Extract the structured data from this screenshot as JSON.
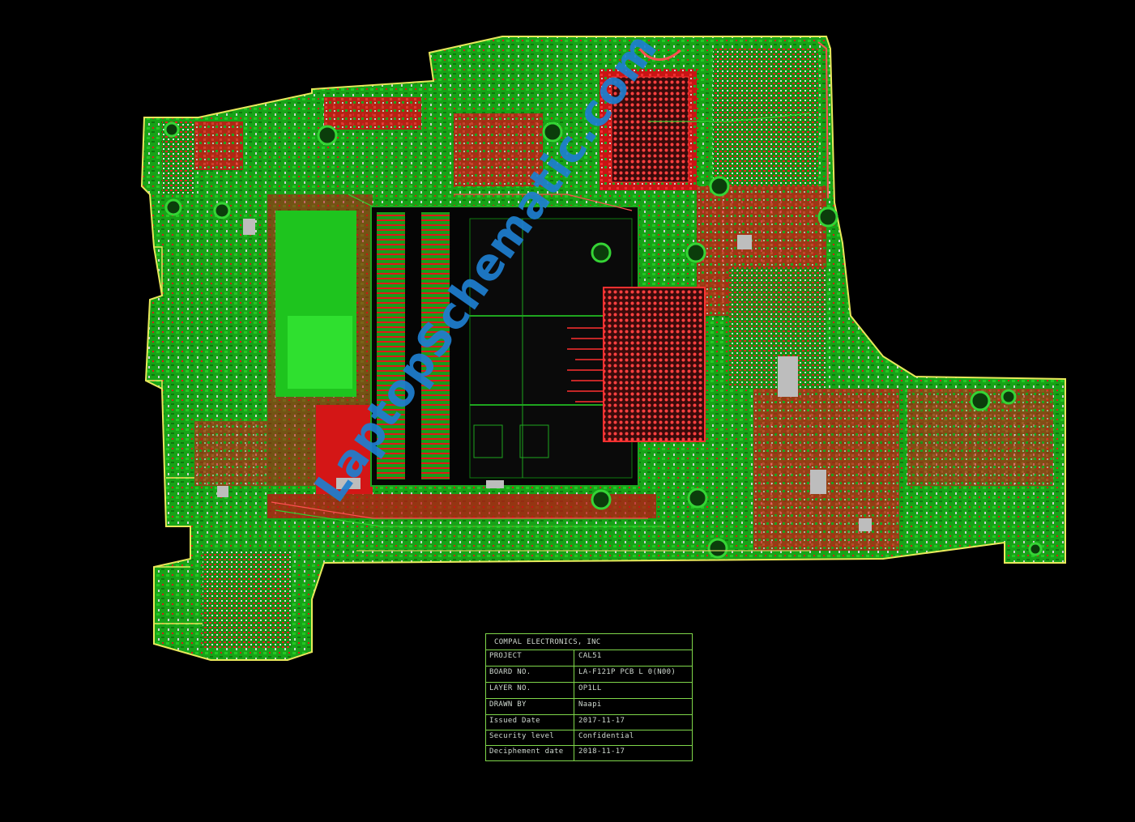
{
  "colors": {
    "background": "#000000",
    "copper_green": "#1fb31f",
    "copper_red": "#e01818",
    "silk_grey": "#bdbdbd",
    "outline_green": "#7fd64a",
    "outline_yellow": "#e8e85a",
    "watermark_blue": "#1e7fd0"
  },
  "watermark": {
    "text": "LaptopSchematic.com"
  },
  "title_block": {
    "company": "COMPAL ELECTRONICS, INC",
    "rows": [
      {
        "label": "PROJECT",
        "value": "CAL51"
      },
      {
        "label": "BOARD NO.",
        "value": "LA-F121P   PCB L 0(N00)"
      },
      {
        "label": "LAYER NO.",
        "value": "OP1LL"
      },
      {
        "label": "DRAWN BY",
        "value": "Naapi"
      },
      {
        "label": "Issued  Date",
        "value": "2017-11-17"
      },
      {
        "label": "Security level",
        "value": "Confidential"
      },
      {
        "label": "Deciphement date",
        "value": "2018-11-17"
      }
    ]
  }
}
